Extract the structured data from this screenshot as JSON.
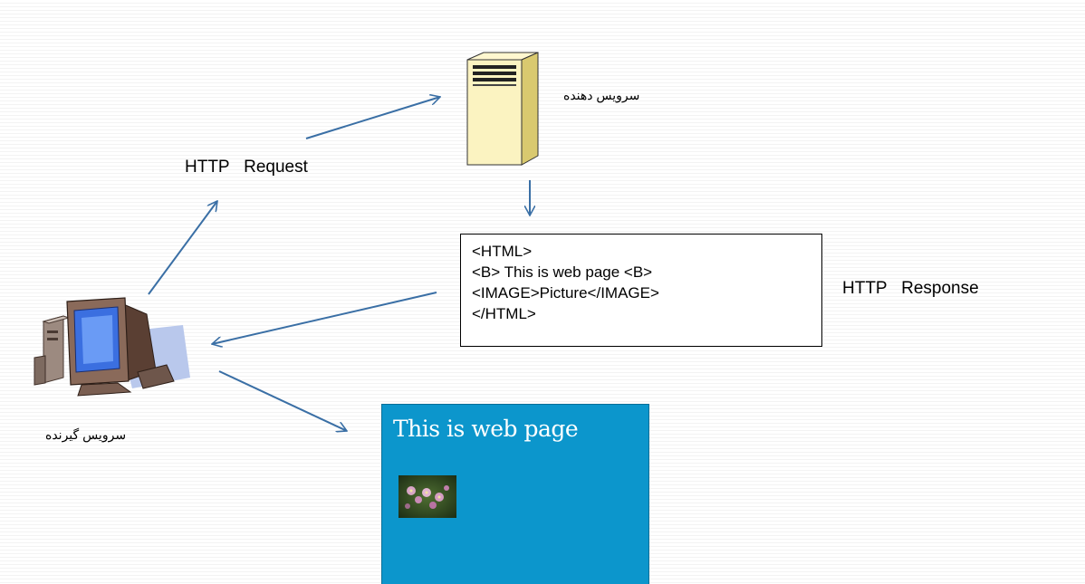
{
  "labels": {
    "request": "HTTP   Request",
    "response": "HTTP   Response",
    "server": "سرویس دهنده",
    "client": "سرویس گیرنده"
  },
  "response_code": [
    "<HTML>",
    "<B> This is web page <B>",
    "<IMAGE>Picture</IMAGE>",
    "</HTML>"
  ],
  "browser": {
    "title": "This is web page"
  },
  "icons": {
    "server": "server-tower-icon",
    "client": "desktop-computer-icon",
    "picture": "flower-photo-icon"
  },
  "colors": {
    "arrow": "#3a6fa5",
    "browser_bg": "#0c96cc",
    "server_body": "#fbf3c1"
  }
}
